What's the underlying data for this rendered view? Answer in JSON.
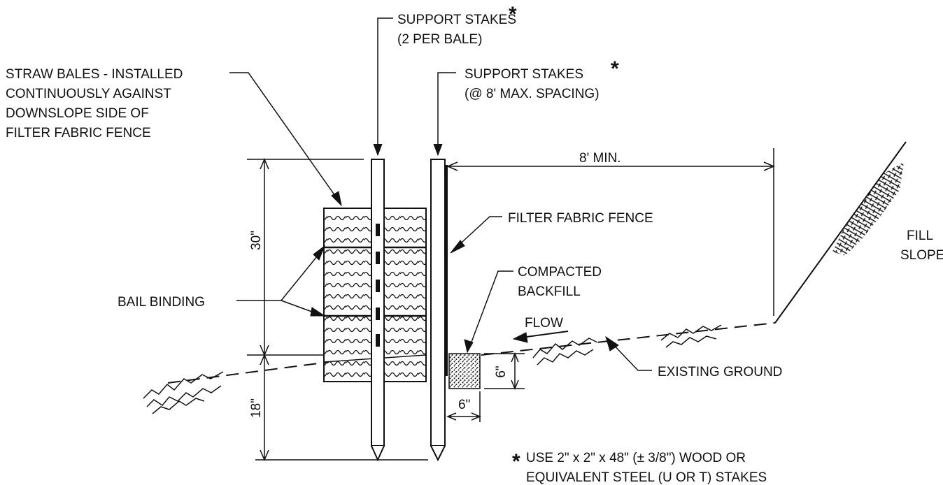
{
  "labels": {
    "support_stakes_1_line1": "SUPPORT STAKES",
    "support_stakes_1_line2": "(2 PER BALE)",
    "support_stakes_2_line1": "SUPPORT STAKES",
    "support_stakes_2_line2": "(@ 8' MAX. SPACING)",
    "straw_bales_line1": "STRAW BALES - INSTALLED",
    "straw_bales_line2": "CONTINUOUSLY AGAINST",
    "straw_bales_line3": "DOWNSLOPE SIDE OF",
    "straw_bales_line4": "FILTER FABRIC FENCE",
    "filter_fabric_fence": "FILTER FABRIC FENCE",
    "compacted_backfill_line1": "COMPACTED",
    "compacted_backfill_line2": "BACKFILL",
    "bail_binding": "BAIL BINDING",
    "flow": "FLOW",
    "existing_ground": "EXISTING GROUND",
    "fill_slope_line1": "FILL",
    "fill_slope_line2": "SLOPE",
    "note_line1": "USE 2\" x 2\" x 48\" (± 3/8\") WOOD OR",
    "note_line2": "EQUIVALENT STEEL (U OR T) STAKES",
    "asterisk": "*"
  },
  "dimensions": {
    "bale_height": "30\"",
    "embed_depth": "18\"",
    "backfill_depth": "6\"",
    "backfill_width": "6\"",
    "slope_distance": "8' MIN."
  }
}
